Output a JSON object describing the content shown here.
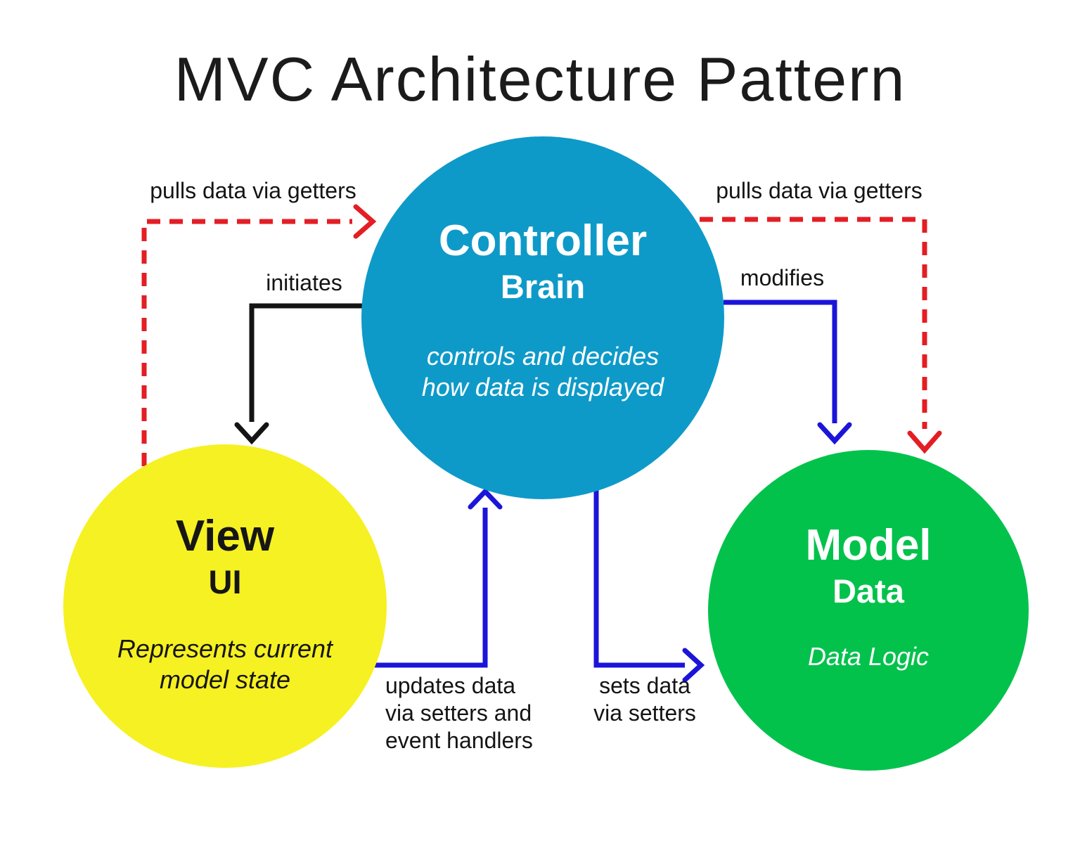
{
  "title": "MVC Architecture Pattern",
  "nodes": {
    "controller": {
      "title": "Controller",
      "subtitle": "Brain",
      "description_lines": [
        "controls and decides",
        "how data is displayed"
      ],
      "color": "#0e9ac8",
      "text_color": "#ffffff"
    },
    "view": {
      "title": "View",
      "subtitle": "UI",
      "description_lines": [
        "Represents current",
        "model state"
      ],
      "color": "#f6f122",
      "text_color": "#161616"
    },
    "model": {
      "title": "Model",
      "subtitle": "Data",
      "description_lines": [
        "Data Logic"
      ],
      "color": "#03c24c",
      "text_color": "#ffffff"
    }
  },
  "edges": {
    "view_to_controller_pull": {
      "label": "pulls data via getters",
      "color": "#e31e24",
      "style": "dashed"
    },
    "controller_to_model_pull": {
      "label": "pulls data via getters",
      "color": "#e31e24",
      "style": "dashed"
    },
    "controller_to_view_initiates": {
      "label": "initiates",
      "color": "#141414",
      "style": "solid"
    },
    "controller_to_model_modifies": {
      "label": "modifies",
      "color": "#1b15d9",
      "style": "solid"
    },
    "view_to_controller_updates": {
      "label_lines": [
        "updates data",
        "via setters and",
        "event handlers"
      ],
      "color": "#1b15d9",
      "style": "solid"
    },
    "controller_to_model_sets": {
      "label_lines": [
        "sets data",
        "via setters"
      ],
      "color": "#1b15d9",
      "style": "solid"
    }
  }
}
